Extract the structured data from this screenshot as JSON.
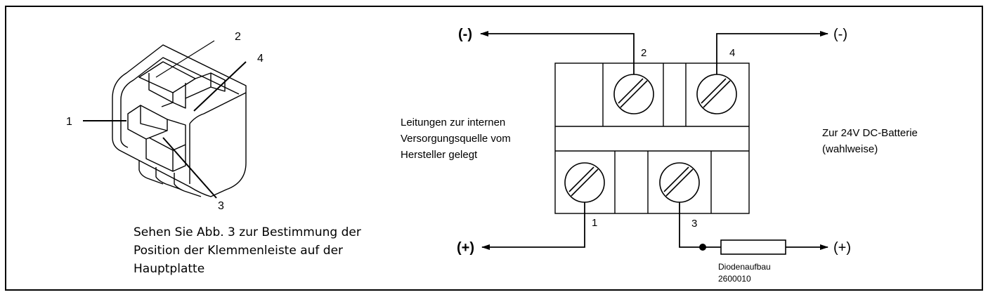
{
  "connector_view": {
    "pin_labels": [
      "1",
      "2",
      "3",
      "4"
    ],
    "caption_lines": [
      "Sehen Sie Abb. 3 zur Bestimmung der",
      "Position der Klemmenleiste auf der",
      "Hauptplatte"
    ]
  },
  "wiring": {
    "polarity": {
      "top_left": "(-)",
      "top_right": "(-)",
      "bottom_left": "(+)",
      "bottom_right": "(+)"
    },
    "terminal_labels": {
      "t1": "1",
      "t2": "2",
      "t3": "3",
      "t4": "4"
    },
    "left_note": [
      "Leitungen zur internen",
      "Versorgungsquelle vom",
      "Hersteller gelegt"
    ],
    "right_note": [
      "Zur 24V DC-Batterie",
      "(wahlweise)"
    ],
    "diode": {
      "name": "Diodenaufbau",
      "part_number": "2600010"
    }
  }
}
